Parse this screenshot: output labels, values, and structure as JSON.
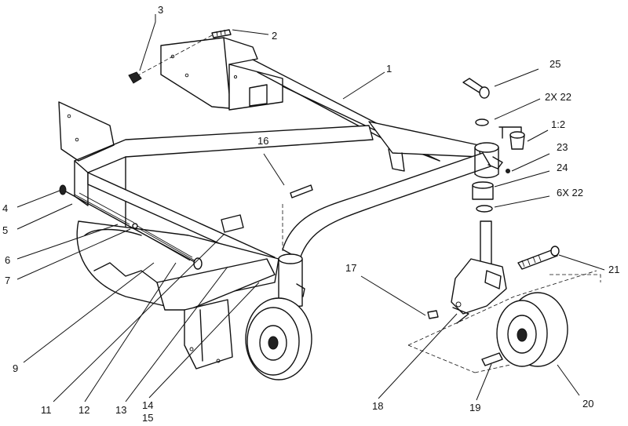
{
  "callouts": {
    "c1": "1",
    "c2": "2",
    "c3": "3",
    "c4": "4",
    "c5": "5",
    "c6": "6",
    "c7": "7",
    "c9": "9",
    "c11": "11",
    "c12": "12",
    "c13": "13",
    "c14": "14",
    "c15": "15",
    "c16": "16",
    "c17": "17",
    "c18": "18",
    "c19": "19",
    "c20": "20",
    "c21": "21",
    "c23": "23",
    "c24": "24",
    "c25": "25",
    "c2x22": "2X 22",
    "c1_2": "1:2",
    "c6x22": "6X 22"
  }
}
